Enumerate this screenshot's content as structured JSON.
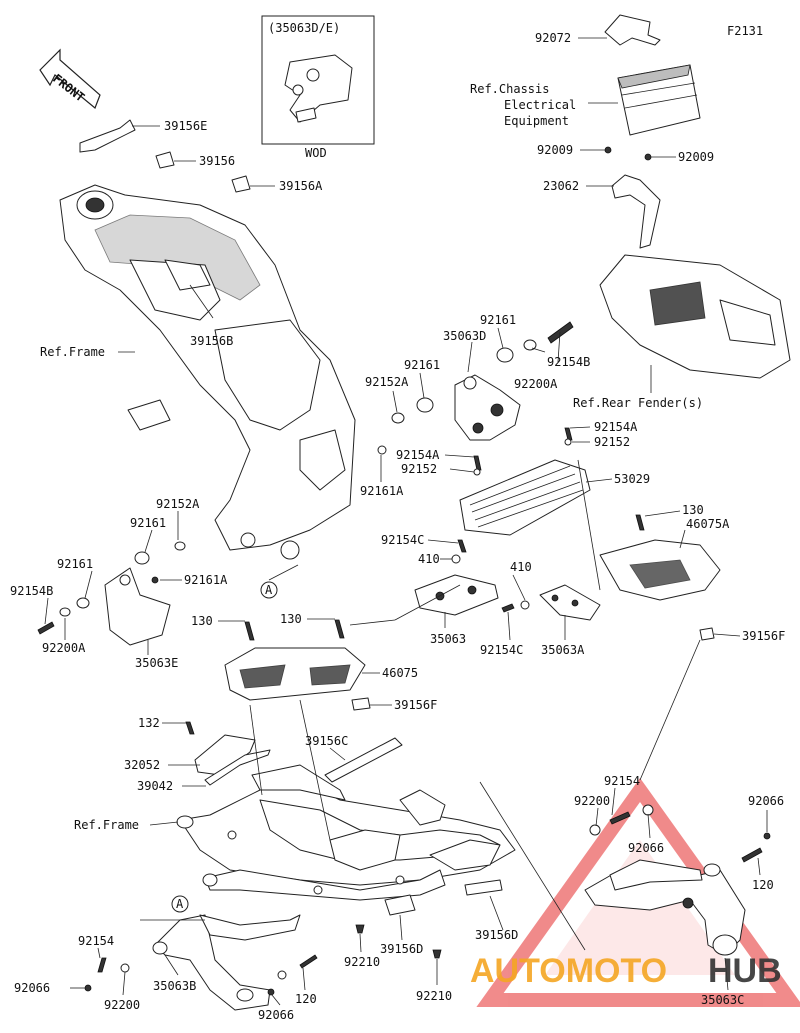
{
  "diagram_code": "F2131",
  "inset": {
    "title": "(35063D/E)",
    "caption": "WOD"
  },
  "front_label": "FRONT",
  "labels": {
    "p92072": "92072",
    "ref_chassis_1": "Ref.Chassis",
    "ref_chassis_2": "Electrical",
    "ref_chassis_3": "Equipment",
    "p92009_l": "92009",
    "p92009_r": "92009",
    "p23062": "23062",
    "p39156E": "39156E",
    "p39156": "39156",
    "p39156A": "39156A",
    "p39156B": "39156B",
    "ref_frame_top": "Ref.Frame",
    "ref_rear_fender": "Ref.Rear Fender(s)",
    "p92161_a": "92161",
    "p35063D": "35063D",
    "p92154B_a": "92154B",
    "p92200A_a": "92200A",
    "p92161_b": "92161",
    "p92152A_a": "92152A",
    "p92161A_a": "92161A",
    "p92154A_a": "92154A",
    "p92152_a": "92152",
    "p92154A_b": "92154A",
    "p92152_b": "92152",
    "p53029": "53029",
    "p92152A_b": "92152A",
    "p92161_c": "92161",
    "p92161_d": "92161",
    "p92161A_b": "92161A",
    "p92154B_b": "92154B",
    "p92200A_b": "92200A",
    "p35063E": "35063E",
    "marker_a1": "A",
    "p92154C_a": "92154C",
    "p410_a": "410",
    "p410_b": "410",
    "p130_a": "130",
    "p46075A": "46075A",
    "p35063": "35063",
    "p92154C_b": "92154C",
    "p35063A": "35063A",
    "p39156F_a": "39156F",
    "p130_b": "130",
    "p130_c": "130",
    "p46075": "46075",
    "p39156F_b": "39156F",
    "p132": "132",
    "p32052": "32052",
    "p39156C": "39156C",
    "p39042": "39042",
    "ref_frame_bottom": "Ref.Frame",
    "p92154_a": "92154",
    "p92200_a": "92200",
    "p92066_a": "92066",
    "p92066_b": "92066",
    "p120_a": "120",
    "marker_a2": "A",
    "p92154_b": "92154",
    "p92066_c": "92066",
    "p92200_b": "92200",
    "p35063B": "35063B",
    "p92066_d": "92066",
    "p120_b": "120",
    "p92210_a": "92210",
    "p39156D_a": "39156D",
    "p39156D_b": "39156D",
    "p92210_b": "92210",
    "p35063C": "35063C"
  },
  "watermark": {
    "part1": "AUTOMOTO",
    "part2": "HUB"
  },
  "colors": {
    "watermark_orange": "#f5a623",
    "watermark_red": "#e52c2c",
    "watermark_dark": "#333333",
    "line": "#222222"
  }
}
